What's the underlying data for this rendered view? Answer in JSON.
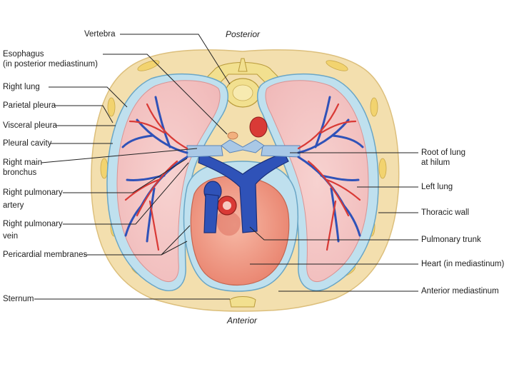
{
  "orientation": {
    "posterior": "Posterior",
    "anterior": "Anterior"
  },
  "labels_left": {
    "vertebra": "Vertebra",
    "esophagus_line1": "Esophagus",
    "esophagus_line2": "(in posterior mediastinum)",
    "right_lung": "Right lung",
    "parietal_pleura": "Parietal pleura",
    "visceral_pleura": "Visceral pleura",
    "pleural_cavity": "Pleural cavity",
    "right_main_bronchus_line1": "Right main",
    "right_main_bronchus_line2": "bronchus",
    "right_pulmonary_artery_line1": "Right pulmonary",
    "right_pulmonary_artery_line2": "artery",
    "right_pulmonary_vein_line1": "Right pulmonary",
    "right_pulmonary_vein_line2": "vein",
    "pericardial_membranes": "Pericardial membranes",
    "sternum": "Sternum"
  },
  "labels_right": {
    "root_of_lung_line1": "Root of lung",
    "root_of_lung_line2": "at hilum",
    "left_lung": "Left lung",
    "thoracic_wall": "Thoracic wall",
    "pulmonary_trunk": "Pulmonary trunk",
    "heart": "Heart (in mediastinum)",
    "anterior_mediastinum": "Anterior mediastinum"
  },
  "colors": {
    "thoracic_wall": "#f3dfae",
    "lung": "#f4c7c7",
    "pleura": "#bfe0ee",
    "vein_blue": "#2f52b8",
    "artery_red": "#d93a36",
    "heart": "#f19a86",
    "bone": "#f2e08f"
  }
}
